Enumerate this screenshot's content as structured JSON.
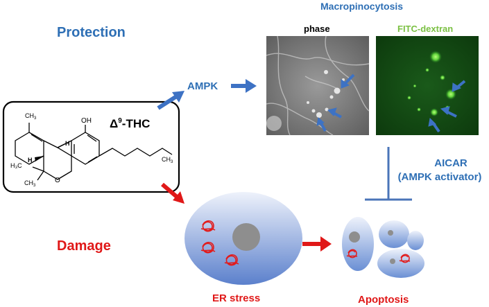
{
  "labels": {
    "protection": "Protection",
    "damage": "Damage",
    "ampk": "AMPK",
    "macropinocytosis": "Macropinocytosis",
    "phase": "phase",
    "fitc_dextran": "FITC-dextran",
    "aicar_line1": "AICAR",
    "aicar_line2": "(AMPK activator)",
    "er_stress": "ER stress",
    "apoptosis": "Apoptosis"
  },
  "molecule": {
    "name_prefix": "Δ",
    "name_superscript": "9",
    "name_suffix": "-THC",
    "atom_ch3_top": "CH",
    "atom_oh": "OH",
    "atom_h1": "H",
    "atom_h2": "H",
    "atom_o": "O",
    "atom_ch3_left": "H₃C",
    "atom_ch3_low": "CH",
    "atom_ch3_right": "CH",
    "subscript3": "3"
  },
  "colors": {
    "protection_blue": "#2e6fb5",
    "damage_red": "#e01818",
    "fitc_green": "#7bc043",
    "arrow_blue": "#3d72c4",
    "inhibitor_blue": "#4a74b8",
    "cell_top": "#e9eef9",
    "cell_bottom": "#5f84cf"
  }
}
